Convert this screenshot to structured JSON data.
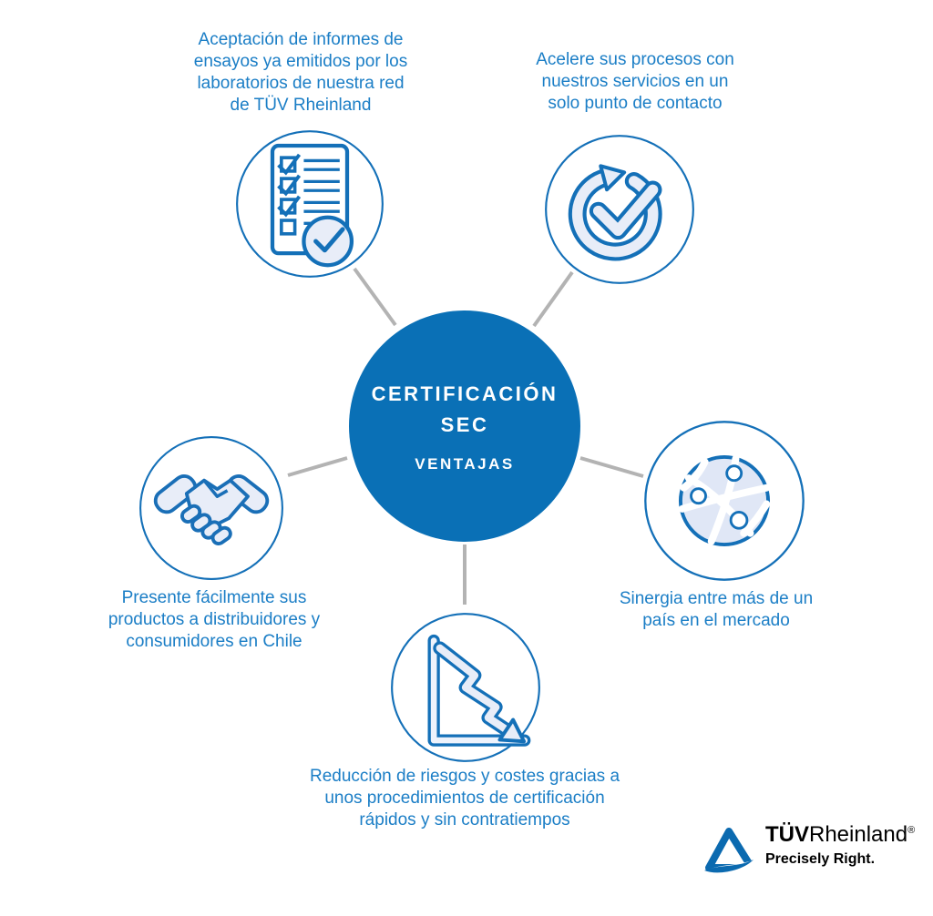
{
  "colors": {
    "center_circle": "#0a70b6",
    "icon_outline": "#1470b8",
    "icon_fill": "#e8edf8",
    "label_text": "#1b7ec6",
    "connector": "#b3b3b3",
    "logo_blue": "#0b6ab0"
  },
  "center": {
    "title_lines": [
      "CERTIFICACIÓN",
      "SEC"
    ],
    "subtitle": "VENTAJAS"
  },
  "nodes": {
    "reports": {
      "icon": "checklist-report-icon",
      "label": [
        "Aceptación de informes de",
        "ensayos ya emitidos por los",
        "laboratorios de nuestra red",
        "de TÜV Rheinland"
      ]
    },
    "accelerate": {
      "icon": "refresh-check-icon",
      "label": [
        "Acelere sus procesos con",
        "nuestros servicios en un",
        "solo punto de contacto"
      ]
    },
    "handshake": {
      "icon": "handshake-icon",
      "label": [
        "Presente fácilmente sus",
        "productos a distribuidores y",
        "consumidores en Chile"
      ]
    },
    "synergy": {
      "icon": "globe-network-icon",
      "label": [
        "Sinergia entre más de un",
        "país en el mercado"
      ]
    },
    "risk": {
      "icon": "declining-chart-icon",
      "label": [
        "Reducción de riesgos y costes gracias a",
        "unos procedimientos de certificación",
        "rápidos y sin contratiempos"
      ]
    }
  },
  "logo": {
    "tuv": "TÜV",
    "rheinland": "Rheinland",
    "reg": "®",
    "tagline": "Precisely Right."
  }
}
